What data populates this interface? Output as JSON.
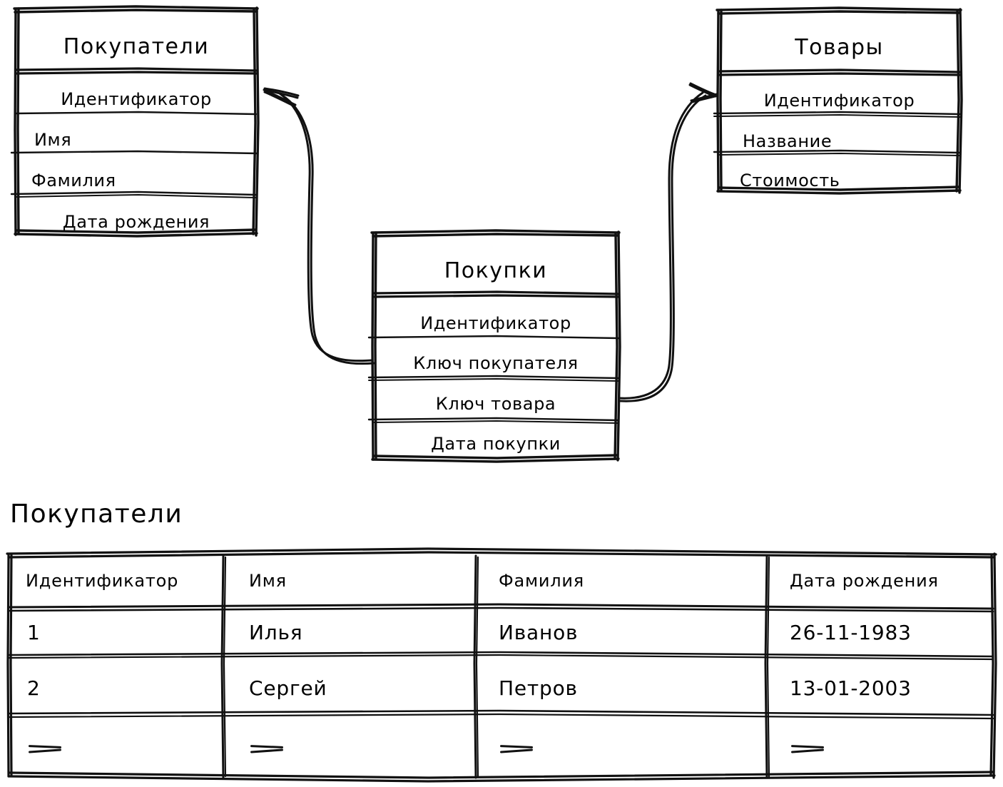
{
  "diagram": {
    "type": "entity-relationship-diagram",
    "style": "hand-drawn",
    "stroke_color": "#000000",
    "background_color": "#ffffff",
    "entities": [
      {
        "id": "customers",
        "title": "Покупатели",
        "fields": [
          "Идентификатор",
          "Имя",
          "Фамилия",
          "Дата рождения"
        ]
      },
      {
        "id": "products",
        "title": "Товары",
        "fields": [
          "Идентификатор",
          "Название",
          "Стоимость"
        ]
      },
      {
        "id": "purchases",
        "title": "Покупки",
        "fields": [
          "Идентификатор",
          "Ключ покупателя",
          "Ключ товара",
          "Дата покупки"
        ]
      }
    ],
    "relations": [
      {
        "id": "purchase-to-customer",
        "from_entity": "purchases",
        "from_field": "Ключ покупателя",
        "to_entity": "customers",
        "to_field": "Идентификатор",
        "arrow": "arrowhead-left"
      },
      {
        "id": "purchase-to-product",
        "from_entity": "purchases",
        "from_field": "Ключ товара",
        "to_entity": "products",
        "to_field": "Идентификатор",
        "arrow": "arrowhead-right"
      }
    ]
  },
  "data_table": {
    "title": "Покупатели",
    "columns": [
      "Идентификатор",
      "Имя",
      "Фамилия",
      "Дата рождения"
    ],
    "rows": [
      [
        "1",
        "Илья",
        "Иванов",
        "26-11-1983"
      ],
      [
        "2",
        "Сергей",
        "Петров",
        "13-01-2003"
      ],
      [
        "—",
        "—",
        "—",
        "—"
      ]
    ],
    "ellipsis_row_index": 2
  }
}
